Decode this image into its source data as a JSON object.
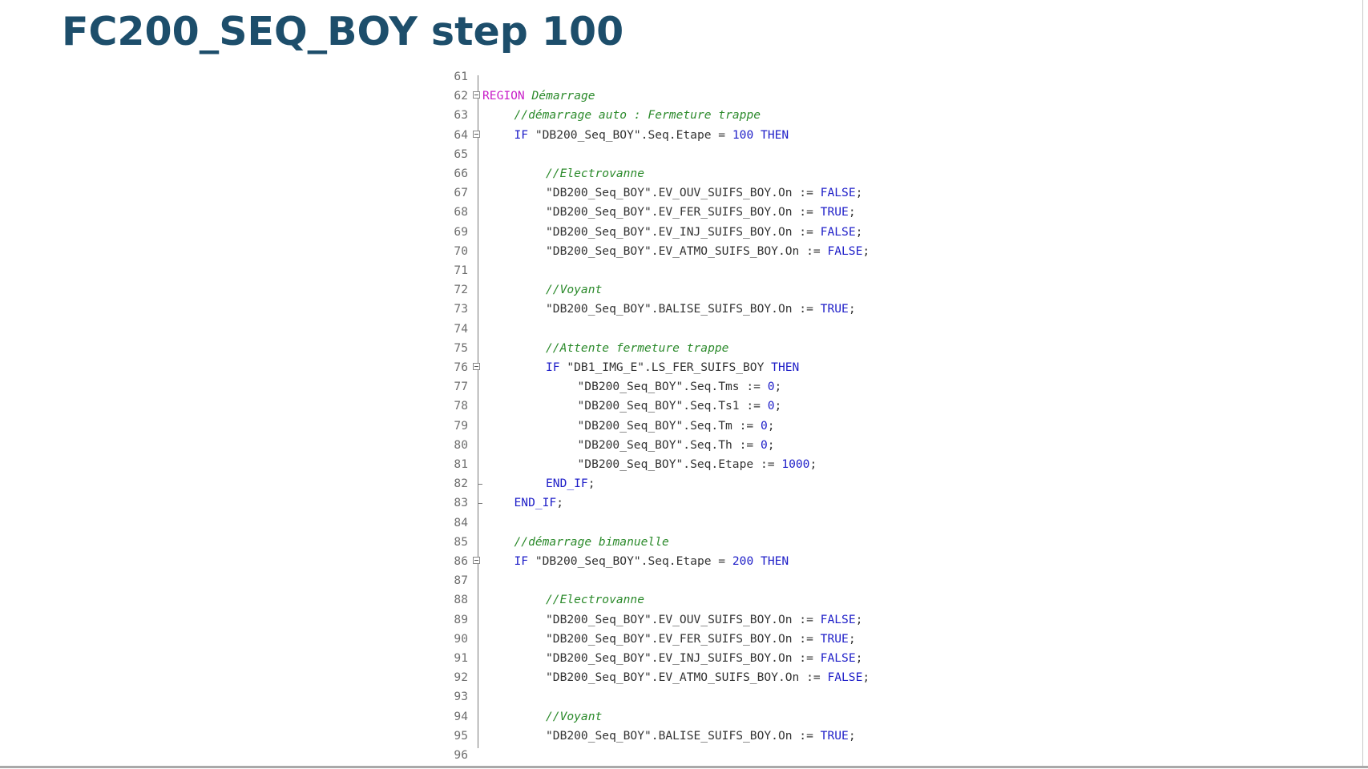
{
  "slide": {
    "title": "FC200_SEQ_BOY step 100"
  },
  "colors": {
    "title": "#1d4e6b",
    "keyword": "#1e1ec8",
    "region": "#c81ec8",
    "comment": "#2b8a2b",
    "text": "#333333",
    "line_number": "#6e6e6e"
  },
  "editor": {
    "lines": [
      {
        "num": "61",
        "indent": 0,
        "fold": "",
        "tokens": []
      },
      {
        "num": "62",
        "indent": 0,
        "fold": "open",
        "tokens": [
          {
            "t": "region",
            "v": "REGION"
          },
          {
            "t": "cmt",
            "v": " Démarrage"
          }
        ]
      },
      {
        "num": "63",
        "indent": 1,
        "fold": "",
        "tokens": [
          {
            "t": "cmt",
            "v": "//démarrage auto : Fermeture trappe"
          }
        ]
      },
      {
        "num": "64",
        "indent": 1,
        "fold": "open",
        "tokens": [
          {
            "t": "kw",
            "v": "IF"
          },
          {
            "t": "str",
            "v": " \"DB200_Seq_BOY\".Seq.Etape = "
          },
          {
            "t": "num",
            "v": "100"
          },
          {
            "t": "kw",
            "v": " THEN"
          }
        ]
      },
      {
        "num": "65",
        "indent": 0,
        "fold": "",
        "tokens": []
      },
      {
        "num": "66",
        "indent": 2,
        "fold": "",
        "tokens": [
          {
            "t": "cmt",
            "v": "//Electrovanne"
          }
        ]
      },
      {
        "num": "67",
        "indent": 2,
        "fold": "",
        "tokens": [
          {
            "t": "str",
            "v": "\"DB200_Seq_BOY\".EV_OUV_SUIFS_BOY.On := "
          },
          {
            "t": "kw",
            "v": "FALSE"
          },
          {
            "t": "str",
            "v": ";"
          }
        ]
      },
      {
        "num": "68",
        "indent": 2,
        "fold": "",
        "tokens": [
          {
            "t": "str",
            "v": "\"DB200_Seq_BOY\".EV_FER_SUIFS_BOY.On := "
          },
          {
            "t": "kw",
            "v": "TRUE"
          },
          {
            "t": "str",
            "v": ";"
          }
        ]
      },
      {
        "num": "69",
        "indent": 2,
        "fold": "",
        "tokens": [
          {
            "t": "str",
            "v": "\"DB200_Seq_BOY\".EV_INJ_SUIFS_BOY.On := "
          },
          {
            "t": "kw",
            "v": "FALSE"
          },
          {
            "t": "str",
            "v": ";"
          }
        ]
      },
      {
        "num": "70",
        "indent": 2,
        "fold": "",
        "tokens": [
          {
            "t": "str",
            "v": "\"DB200_Seq_BOY\".EV_ATMO_SUIFS_BOY.On := "
          },
          {
            "t": "kw",
            "v": "FALSE"
          },
          {
            "t": "str",
            "v": ";"
          }
        ]
      },
      {
        "num": "71",
        "indent": 0,
        "fold": "",
        "tokens": []
      },
      {
        "num": "72",
        "indent": 2,
        "fold": "",
        "tokens": [
          {
            "t": "cmt",
            "v": "//Voyant"
          }
        ]
      },
      {
        "num": "73",
        "indent": 2,
        "fold": "",
        "tokens": [
          {
            "t": "str",
            "v": "\"DB200_Seq_BOY\".BALISE_SUIFS_BOY.On := "
          },
          {
            "t": "kw",
            "v": "TRUE"
          },
          {
            "t": "str",
            "v": ";"
          }
        ]
      },
      {
        "num": "74",
        "indent": 0,
        "fold": "",
        "tokens": []
      },
      {
        "num": "75",
        "indent": 2,
        "fold": "",
        "tokens": [
          {
            "t": "cmt",
            "v": "//Attente fermeture trappe"
          }
        ]
      },
      {
        "num": "76",
        "indent": 2,
        "fold": "open",
        "tokens": [
          {
            "t": "kw",
            "v": "IF"
          },
          {
            "t": "str",
            "v": " \"DB1_IMG_E\".LS_FER_SUIFS_BOY "
          },
          {
            "t": "kw",
            "v": "THEN"
          }
        ]
      },
      {
        "num": "77",
        "indent": 3,
        "fold": "",
        "tokens": [
          {
            "t": "str",
            "v": "\"DB200_Seq_BOY\".Seq.Tms := "
          },
          {
            "t": "num",
            "v": "0"
          },
          {
            "t": "str",
            "v": ";"
          }
        ]
      },
      {
        "num": "78",
        "indent": 3,
        "fold": "",
        "tokens": [
          {
            "t": "str",
            "v": "\"DB200_Seq_BOY\".Seq.Ts1 := "
          },
          {
            "t": "num",
            "v": "0"
          },
          {
            "t": "str",
            "v": ";"
          }
        ]
      },
      {
        "num": "79",
        "indent": 3,
        "fold": "",
        "tokens": [
          {
            "t": "str",
            "v": "\"DB200_Seq_BOY\".Seq.Tm := "
          },
          {
            "t": "num",
            "v": "0"
          },
          {
            "t": "str",
            "v": ";"
          }
        ]
      },
      {
        "num": "80",
        "indent": 3,
        "fold": "",
        "tokens": [
          {
            "t": "str",
            "v": "\"DB200_Seq_BOY\".Seq.Th := "
          },
          {
            "t": "num",
            "v": "0"
          },
          {
            "t": "str",
            "v": ";"
          }
        ]
      },
      {
        "num": "81",
        "indent": 3,
        "fold": "",
        "tokens": [
          {
            "t": "str",
            "v": "\"DB200_Seq_BOY\".Seq.Etape := "
          },
          {
            "t": "num",
            "v": "1000"
          },
          {
            "t": "str",
            "v": ";"
          }
        ]
      },
      {
        "num": "82",
        "indent": 2,
        "fold": "end",
        "tokens": [
          {
            "t": "kw",
            "v": "END_IF"
          },
          {
            "t": "str",
            "v": ";"
          }
        ]
      },
      {
        "num": "83",
        "indent": 1,
        "fold": "end",
        "tokens": [
          {
            "t": "kw",
            "v": "END_IF"
          },
          {
            "t": "str",
            "v": ";"
          }
        ]
      },
      {
        "num": "84",
        "indent": 0,
        "fold": "",
        "tokens": []
      },
      {
        "num": "85",
        "indent": 1,
        "fold": "",
        "tokens": [
          {
            "t": "cmt",
            "v": "//démarrage bimanuelle"
          }
        ]
      },
      {
        "num": "86",
        "indent": 1,
        "fold": "open",
        "tokens": [
          {
            "t": "kw",
            "v": "IF"
          },
          {
            "t": "str",
            "v": " \"DB200_Seq_BOY\".Seq.Etape = "
          },
          {
            "t": "num",
            "v": "200"
          },
          {
            "t": "kw",
            "v": " THEN"
          }
        ]
      },
      {
        "num": "87",
        "indent": 0,
        "fold": "",
        "tokens": []
      },
      {
        "num": "88",
        "indent": 2,
        "fold": "",
        "tokens": [
          {
            "t": "cmt",
            "v": "//Electrovanne"
          }
        ]
      },
      {
        "num": "89",
        "indent": 2,
        "fold": "",
        "tokens": [
          {
            "t": "str",
            "v": "\"DB200_Seq_BOY\".EV_OUV_SUIFS_BOY.On := "
          },
          {
            "t": "kw",
            "v": "FALSE"
          },
          {
            "t": "str",
            "v": ";"
          }
        ]
      },
      {
        "num": "90",
        "indent": 2,
        "fold": "",
        "tokens": [
          {
            "t": "str",
            "v": "\"DB200_Seq_BOY\".EV_FER_SUIFS_BOY.On := "
          },
          {
            "t": "kw",
            "v": "TRUE"
          },
          {
            "t": "str",
            "v": ";"
          }
        ]
      },
      {
        "num": "91",
        "indent": 2,
        "fold": "",
        "tokens": [
          {
            "t": "str",
            "v": "\"DB200_Seq_BOY\".EV_INJ_SUIFS_BOY.On := "
          },
          {
            "t": "kw",
            "v": "FALSE"
          },
          {
            "t": "str",
            "v": ";"
          }
        ]
      },
      {
        "num": "92",
        "indent": 2,
        "fold": "",
        "tokens": [
          {
            "t": "str",
            "v": "\"DB200_Seq_BOY\".EV_ATMO_SUIFS_BOY.On := "
          },
          {
            "t": "kw",
            "v": "FALSE"
          },
          {
            "t": "str",
            "v": ";"
          }
        ]
      },
      {
        "num": "93",
        "indent": 0,
        "fold": "",
        "tokens": []
      },
      {
        "num": "94",
        "indent": 2,
        "fold": "",
        "tokens": [
          {
            "t": "cmt",
            "v": "//Voyant"
          }
        ]
      },
      {
        "num": "95",
        "indent": 2,
        "fold": "",
        "tokens": [
          {
            "t": "str",
            "v": "\"DB200_Seq_BOY\".BALISE_SUIFS_BOY.On := "
          },
          {
            "t": "kw",
            "v": "TRUE"
          },
          {
            "t": "str",
            "v": ";"
          }
        ]
      },
      {
        "num": "96",
        "indent": 0,
        "fold": "",
        "tokens": []
      }
    ]
  }
}
